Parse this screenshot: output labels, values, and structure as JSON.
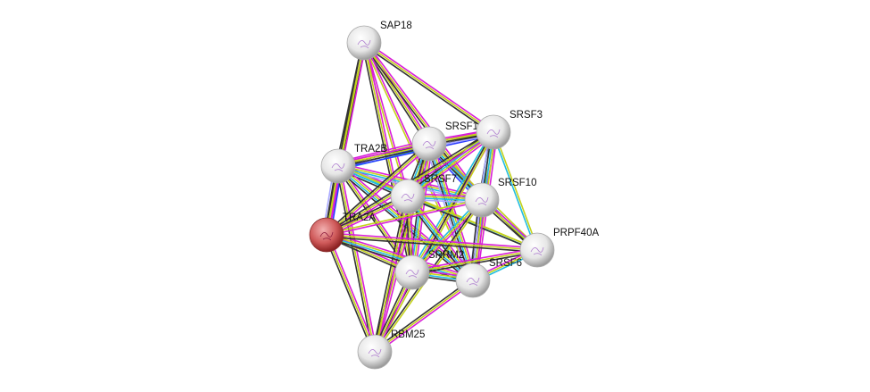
{
  "network": {
    "query_protein": "TRA2A",
    "nodes": [
      {
        "id": "SAP18",
        "label": "SAP18",
        "color": "#e8e8e8"
      },
      {
        "id": "SRSF1",
        "label": "SRSF1",
        "color": "#e8e8e8"
      },
      {
        "id": "SRSF3",
        "label": "SRSF3",
        "color": "#e8e8e8"
      },
      {
        "id": "TRA2B",
        "label": "TRA2B",
        "color": "#e8e8e8"
      },
      {
        "id": "SRSF7",
        "label": "SRSF7",
        "color": "#e8e8e8"
      },
      {
        "id": "SRSF10",
        "label": "SRSF10",
        "color": "#e8e8e8"
      },
      {
        "id": "TRA2A",
        "label": "TRA2A",
        "color": "#d05050"
      },
      {
        "id": "PRPF40A",
        "label": "PRPF40A",
        "color": "#e8e8e8"
      },
      {
        "id": "SRRM2",
        "label": "SRRM2",
        "color": "#e8e8e8"
      },
      {
        "id": "SRSF6",
        "label": "SRSF6",
        "color": "#e8e8e8"
      },
      {
        "id": "RBM25",
        "label": "RBM25",
        "color": "#e8e8e8"
      }
    ],
    "evidence_colors": {
      "experiments": "#d81ed8",
      "textmining": "#c4d21a",
      "coexpression": "#333333",
      "databases": "#22bde0",
      "cooccurrence": "#2a3cff",
      "homology": "#a8a8ff"
    },
    "edges": [
      [
        "SAP18",
        "TRA2B",
        [
          "coexpression",
          "textmining",
          "coexpression"
        ]
      ],
      [
        "SAP18",
        "TRA2A",
        [
          "experiments",
          "textmining",
          "coexpression"
        ]
      ],
      [
        "SAP18",
        "SRSF1",
        [
          "experiments",
          "textmining",
          "coexpression"
        ]
      ],
      [
        "SAP18",
        "SRSF3",
        [
          "experiments",
          "textmining",
          "coexpression"
        ]
      ],
      [
        "SAP18",
        "SRSF7",
        [
          "experiments",
          "textmining"
        ]
      ],
      [
        "SAP18",
        "SRSF10",
        [
          "experiments",
          "textmining",
          "coexpression"
        ]
      ],
      [
        "SAP18",
        "SRSF6",
        [
          "experiments",
          "textmining"
        ]
      ],
      [
        "SAP18",
        "SRRM2",
        [
          "experiments",
          "textmining",
          "coexpression"
        ]
      ],
      [
        "TRA2B",
        "SRSF1",
        [
          "experiments",
          "textmining",
          "coexpression",
          "cooccurrence",
          "databases"
        ]
      ],
      [
        "TRA2B",
        "SRSF3",
        [
          "experiments",
          "textmining",
          "coexpression",
          "cooccurrence"
        ]
      ],
      [
        "TRA2B",
        "SRSF7",
        [
          "experiments",
          "textmining",
          "databases",
          "coexpression"
        ]
      ],
      [
        "TRA2B",
        "SRSF10",
        [
          "experiments",
          "textmining",
          "databases",
          "homology"
        ]
      ],
      [
        "TRA2B",
        "TRA2A",
        [
          "cooccurrence",
          "experiments",
          "textmining",
          "coexpression",
          "homology"
        ]
      ],
      [
        "TRA2B",
        "SRRM2",
        [
          "experiments",
          "textmining",
          "coexpression"
        ]
      ],
      [
        "TRA2B",
        "SRSF6",
        [
          "experiments",
          "textmining",
          "databases",
          "coexpression"
        ]
      ],
      [
        "TRA2B",
        "RBM25",
        [
          "experiments",
          "textmining",
          "coexpression"
        ]
      ],
      [
        "TRA2B",
        "PRPF40A",
        [
          "textmining",
          "databases"
        ]
      ],
      [
        "SRSF1",
        "SRSF3",
        [
          "experiments",
          "textmining",
          "coexpression",
          "homology"
        ]
      ],
      [
        "SRSF1",
        "SRSF7",
        [
          "experiments",
          "textmining",
          "databases",
          "coexpression"
        ]
      ],
      [
        "SRSF1",
        "SRSF10",
        [
          "experiments",
          "textmining",
          "databases",
          "cooccurrence"
        ]
      ],
      [
        "SRSF1",
        "TRA2A",
        [
          "experiments",
          "textmining",
          "coexpression"
        ]
      ],
      [
        "SRSF1",
        "SRRM2",
        [
          "experiments",
          "textmining",
          "databases",
          "coexpression"
        ]
      ],
      [
        "SRSF1",
        "SRSF6",
        [
          "experiments",
          "textmining",
          "databases",
          "coexpression",
          "homology"
        ]
      ],
      [
        "SRSF1",
        "PRPF40A",
        [
          "textmining",
          "databases",
          "coexpression"
        ]
      ],
      [
        "SRSF1",
        "RBM25",
        [
          "experiments",
          "textmining",
          "coexpression"
        ]
      ],
      [
        "SRSF3",
        "SRSF7",
        [
          "experiments",
          "textmining",
          "databases",
          "coexpression"
        ]
      ],
      [
        "SRSF3",
        "SRSF10",
        [
          "experiments",
          "textmining",
          "databases",
          "coexpression"
        ]
      ],
      [
        "SRSF3",
        "TRA2A",
        [
          "experiments",
          "textmining",
          "coexpression"
        ]
      ],
      [
        "SRSF3",
        "SRRM2",
        [
          "experiments",
          "textmining",
          "databases"
        ]
      ],
      [
        "SRSF3",
        "SRSF6",
        [
          "experiments",
          "textmining",
          "databases",
          "coexpression",
          "homology"
        ]
      ],
      [
        "SRSF3",
        "PRPF40A",
        [
          "textmining",
          "databases"
        ]
      ],
      [
        "SRSF3",
        "RBM25",
        [
          "textmining",
          "coexpression"
        ]
      ],
      [
        "SRSF7",
        "SRSF10",
        [
          "experiments",
          "textmining",
          "databases",
          "homology"
        ]
      ],
      [
        "SRSF7",
        "TRA2A",
        [
          "experiments",
          "textmining",
          "coexpression"
        ]
      ],
      [
        "SRSF7",
        "SRRM2",
        [
          "experiments",
          "textmining",
          "coexpression"
        ]
      ],
      [
        "SRSF7",
        "SRSF6",
        [
          "experiments",
          "textmining",
          "databases",
          "coexpression"
        ]
      ],
      [
        "SRSF7",
        "PRPF40A",
        [
          "textmining",
          "coexpression"
        ]
      ],
      [
        "SRSF7",
        "RBM25",
        [
          "experiments",
          "textmining",
          "coexpression"
        ]
      ],
      [
        "SRSF10",
        "TRA2A",
        [
          "experiments",
          "textmining"
        ]
      ],
      [
        "SRSF10",
        "SRRM2",
        [
          "experiments",
          "textmining",
          "databases"
        ]
      ],
      [
        "SRSF10",
        "SRSF6",
        [
          "experiments",
          "textmining",
          "homology",
          "coexpression"
        ]
      ],
      [
        "SRSF10",
        "PRPF40A",
        [
          "experiments",
          "textmining",
          "coexpression"
        ]
      ],
      [
        "SRSF10",
        "RBM25",
        [
          "textmining",
          "coexpression"
        ]
      ],
      [
        "TRA2A",
        "SRRM2",
        [
          "experiments",
          "textmining",
          "coexpression"
        ]
      ],
      [
        "TRA2A",
        "SRSF6",
        [
          "experiments",
          "textmining",
          "databases",
          "coexpression"
        ]
      ],
      [
        "TRA2A",
        "PRPF40A",
        [
          "experiments",
          "textmining",
          "coexpression"
        ]
      ],
      [
        "TRA2A",
        "RBM25",
        [
          "experiments",
          "textmining",
          "coexpression"
        ]
      ],
      [
        "SRRM2",
        "SRSF6",
        [
          "experiments",
          "textmining",
          "databases",
          "coexpression"
        ]
      ],
      [
        "SRRM2",
        "PRPF40A",
        [
          "experiments",
          "textmining",
          "coexpression"
        ]
      ],
      [
        "SRRM2",
        "RBM25",
        [
          "experiments",
          "textmining",
          "coexpression"
        ]
      ],
      [
        "SRSF6",
        "PRPF40A",
        [
          "experiments",
          "textmining",
          "databases"
        ]
      ],
      [
        "SRSF6",
        "RBM25",
        [
          "experiments",
          "textmining",
          "coexpression"
        ]
      ]
    ]
  }
}
